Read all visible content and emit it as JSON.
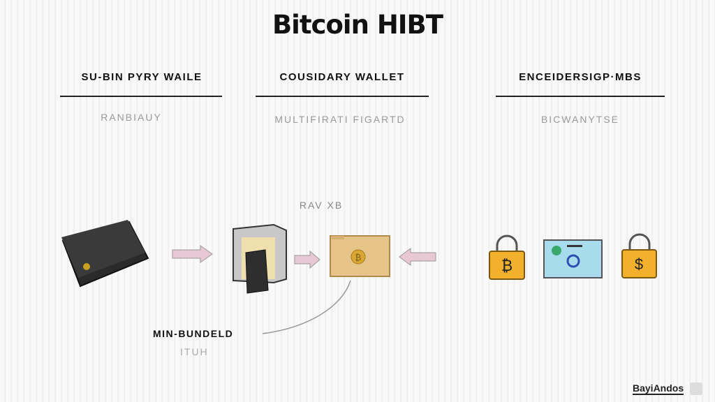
{
  "title": "Bitcoin HIBT",
  "columns": [
    {
      "heading": "SU-BIN PYRY WAILE",
      "subtitle": "RANBIAUY"
    },
    {
      "heading": "COUSIDARY WALLET",
      "subtitle": "MULTIFIRATI FIGARTD"
    },
    {
      "heading": "ENCEIDERSIGP·MBS",
      "subtitle": "BICWANYTSE"
    }
  ],
  "flow_label": "RAV XB",
  "bottom_label": "MIN-BUNDELD",
  "bottom_sublabel": "ITUH",
  "logo": "BayiAndos",
  "colors": {
    "arrow": "#e8c8d4",
    "folder": "#e6c48a",
    "lock": "#f2b02c",
    "screen": "#a8dcec"
  }
}
